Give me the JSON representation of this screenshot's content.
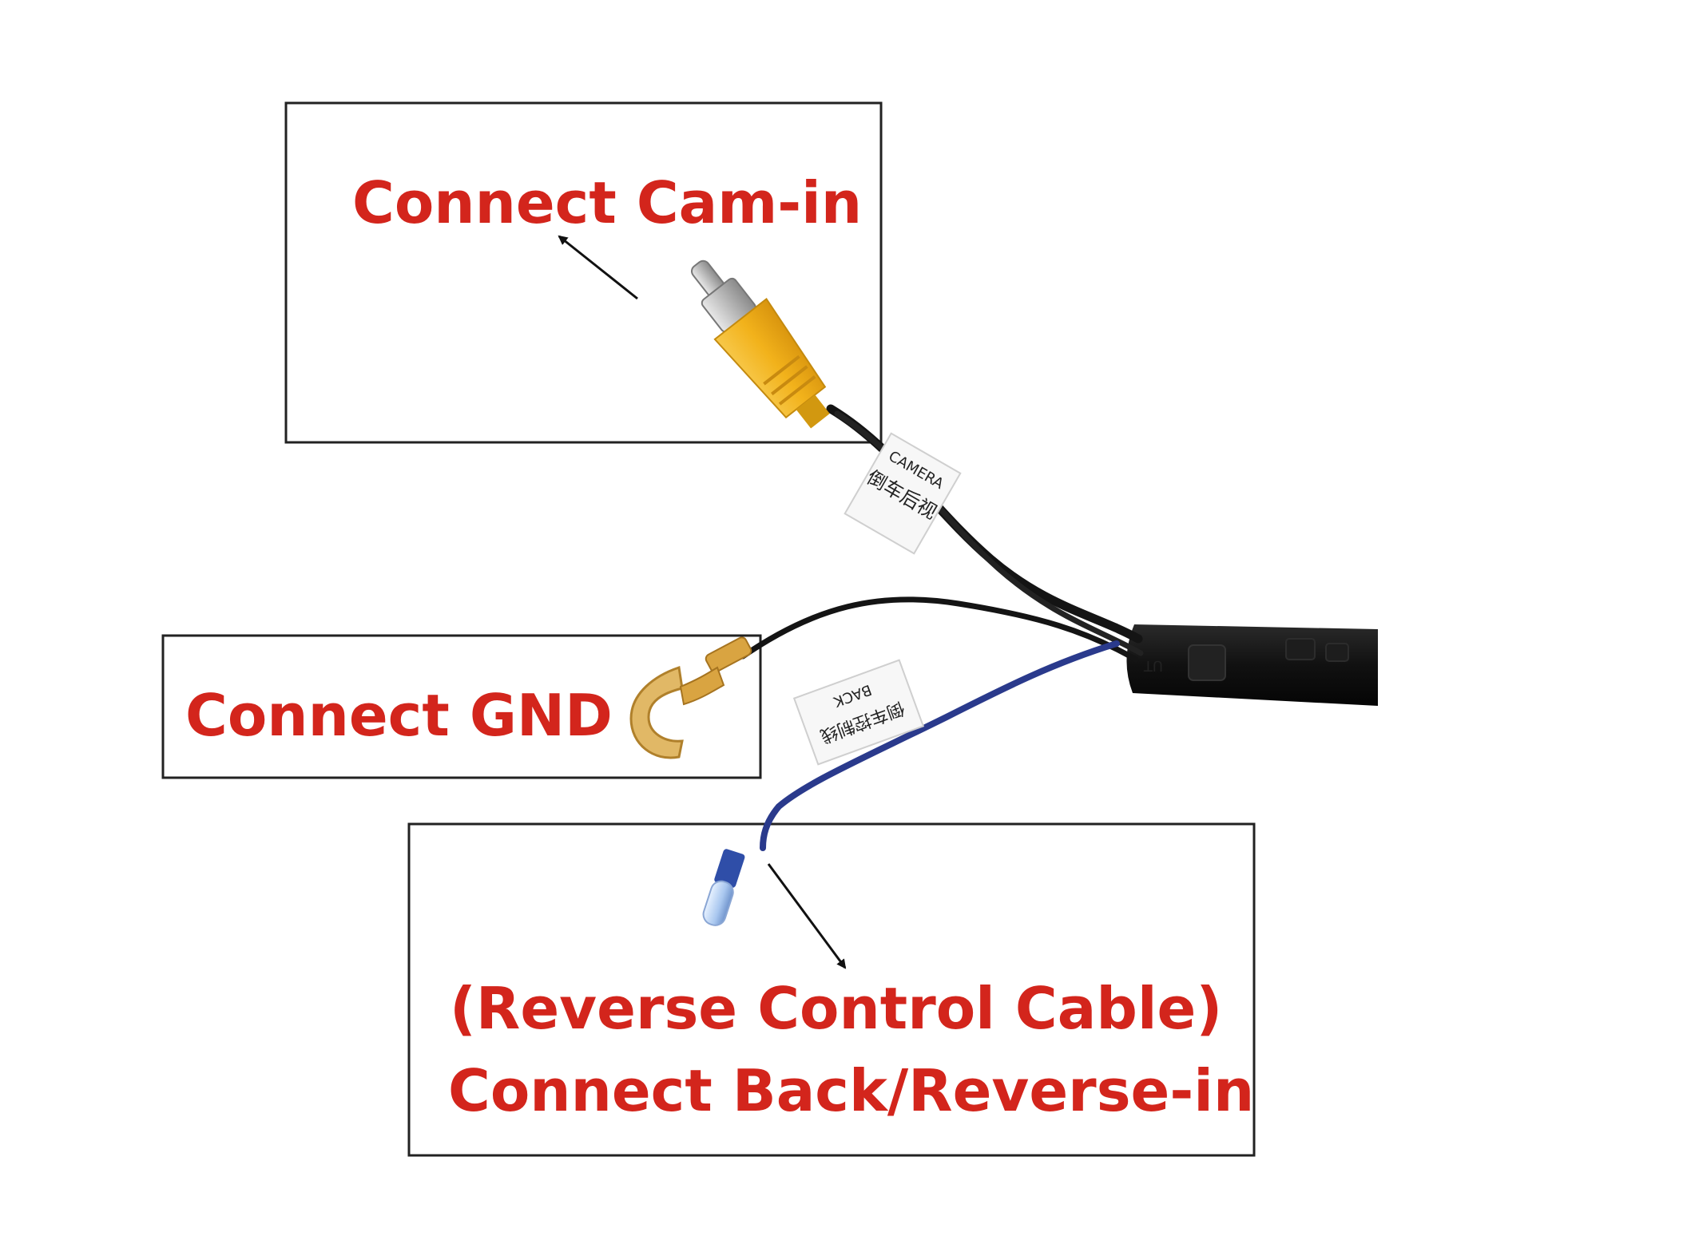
{
  "labels": {
    "cam_in": "Connect Cam-in",
    "gnd": "Connect GND",
    "reverse_line1": "(Reverse Control Cable)",
    "reverse_line2": "Connect Back/Reverse-in"
  },
  "tags": {
    "camera_en": "CAMERA",
    "camera_cn": "倒车后视",
    "back_en": "BACK",
    "back_cn": "倒车控制线"
  },
  "colors": {
    "label_red": "#d3251c",
    "rca_yellow": "#f2b21b",
    "cable_black": "#1a1a1a",
    "cable_blue": "#2a3a8c",
    "terminal_gold": "#d9a441"
  }
}
